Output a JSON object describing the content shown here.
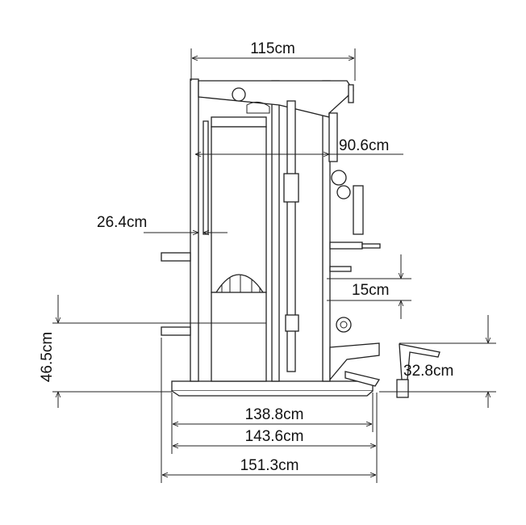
{
  "dimensions": {
    "overall_width_top": "115cm",
    "inner_width": "90.6cm",
    "handle_offset": "26.4cm",
    "step_height": "15cm",
    "low_handle_height": "46.5cm",
    "attachment_height": "32.8cm",
    "base_length": "138.8cm",
    "base_outer_length": "143.6cm",
    "total_length": "151.3cm"
  },
  "colors": {
    "line": "#222222",
    "background": "#ffffff"
  }
}
